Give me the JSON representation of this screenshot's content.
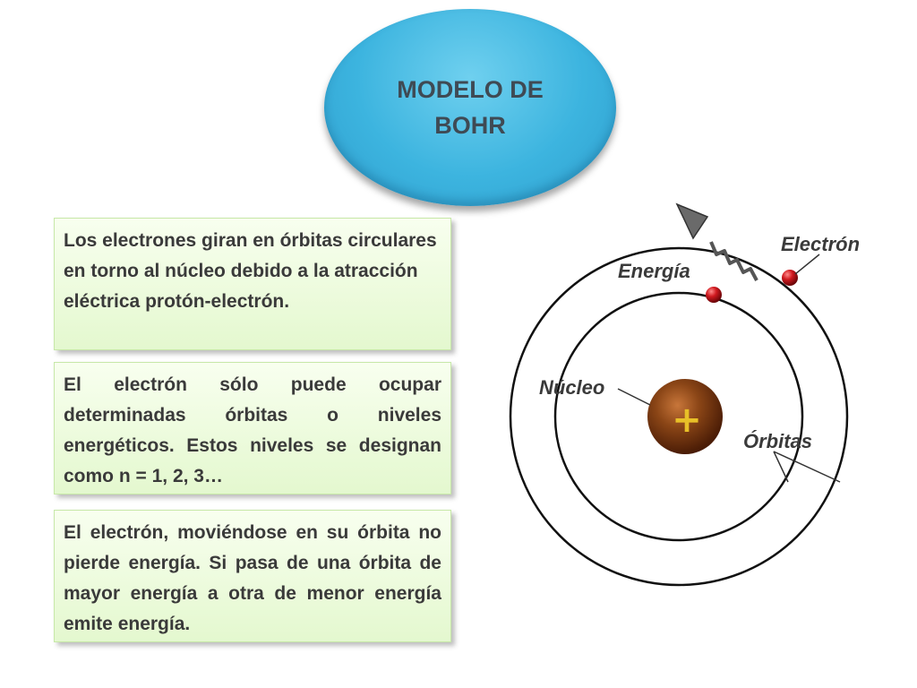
{
  "title": "MODELO DE BOHR",
  "cards": [
    {
      "text": "Los electrones giran en órbitas circulares en torno al núcleo debido a la atracción eléctrica protón-electrón."
    },
    {
      "text": "El electrón sólo puede ocupar determinadas órbitas o niveles energéticos. Estos niveles se designan como n = 1, 2, 3…"
    },
    {
      "text": "El electrón, moviéndose en su órbita no pierde energía. Si pasa de una órbita de mayor energía a otra de menor energía emite energía."
    }
  ],
  "diagram": {
    "labels": {
      "electron": "Electrón",
      "energy": "Energía",
      "nucleus": "Núcleo",
      "orbits": "Órbitas"
    },
    "nucleus_symbol": "+"
  },
  "colors": {
    "title_bubble": "#3cb4df",
    "card_bg": "#e4f8cf",
    "nucleus": "#7a3a12",
    "electron": "#c0161c"
  }
}
